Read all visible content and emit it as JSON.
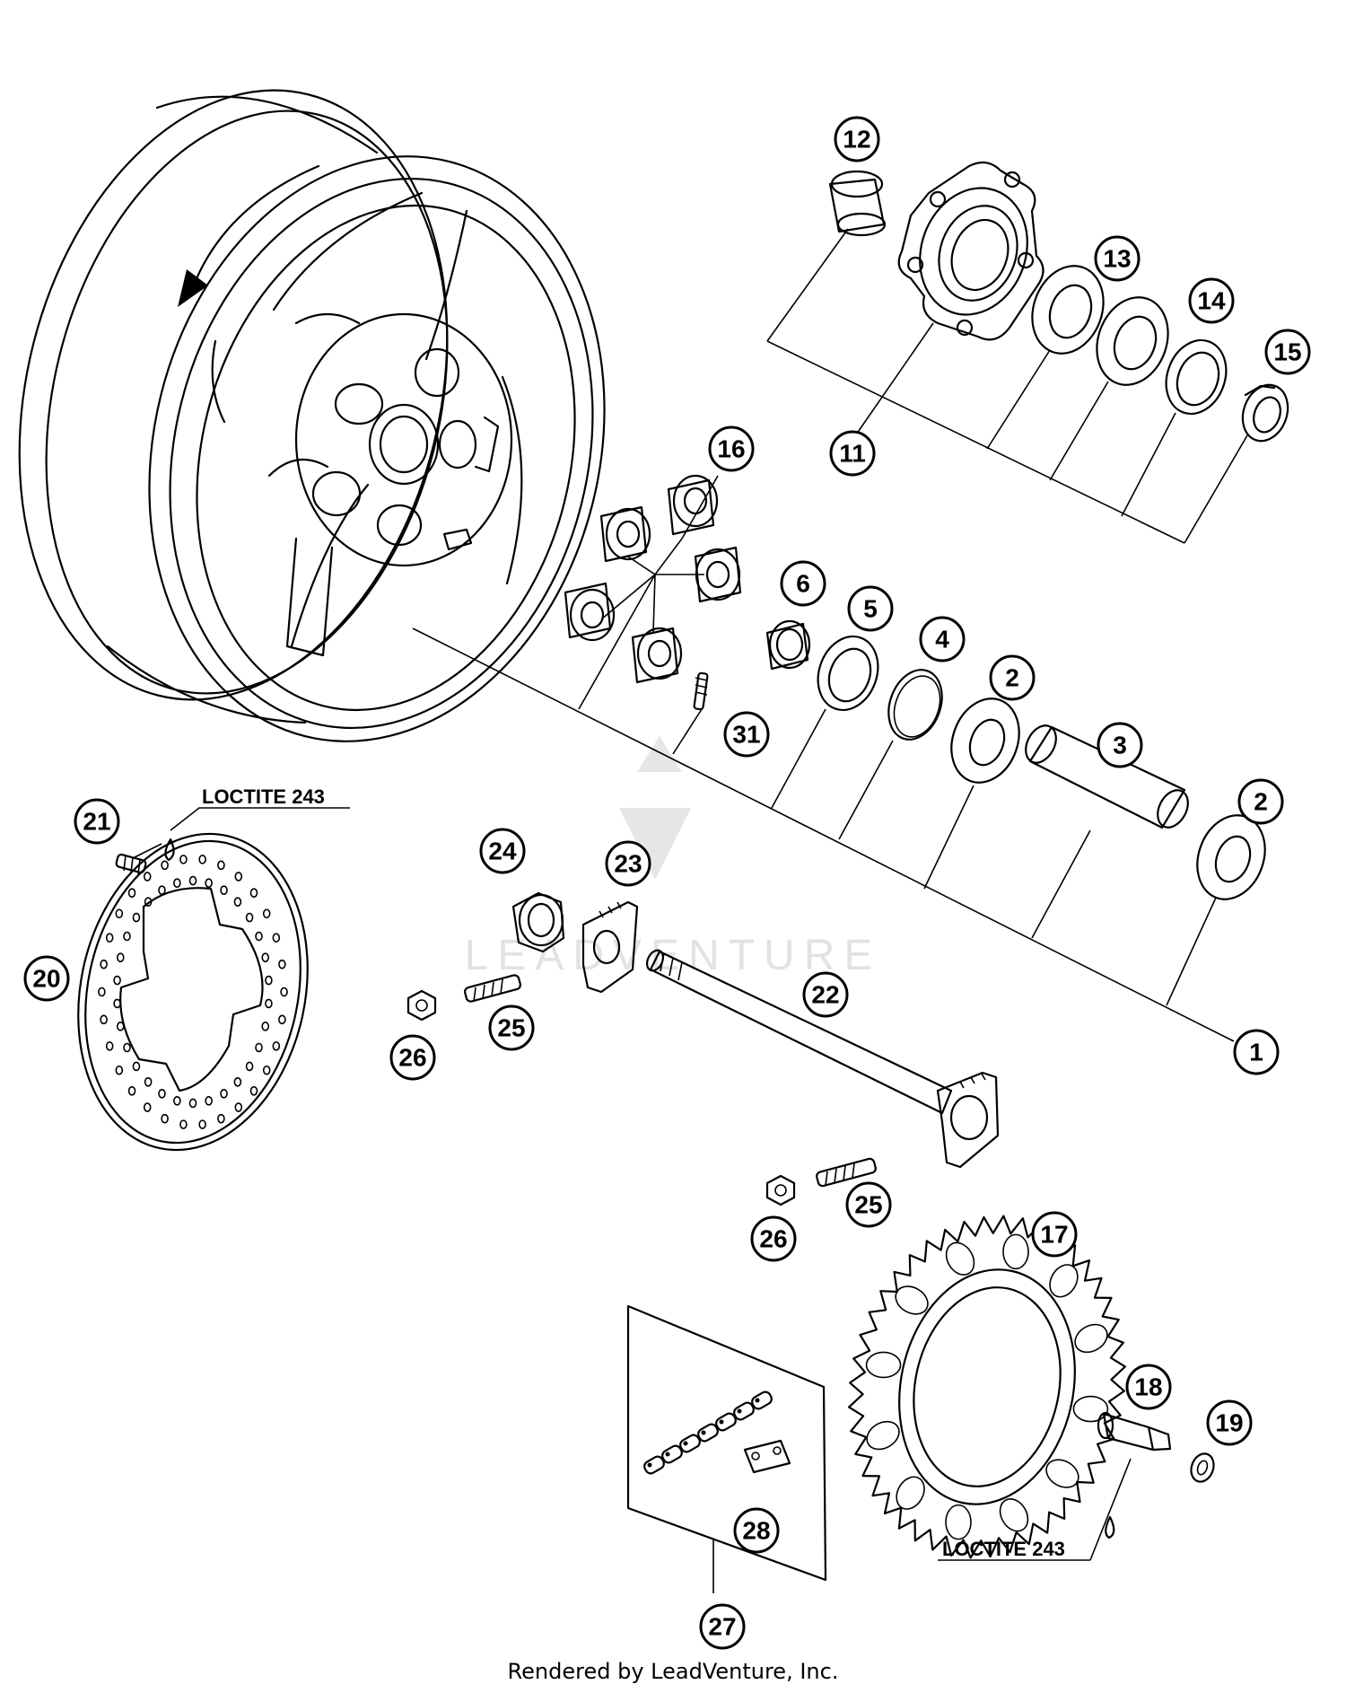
{
  "parts": [
    {
      "id": "callout-1",
      "label": "1"
    },
    {
      "id": "callout-2a",
      "label": "2"
    },
    {
      "id": "callout-2b",
      "label": "2"
    },
    {
      "id": "callout-3",
      "label": "3"
    },
    {
      "id": "callout-4",
      "label": "4"
    },
    {
      "id": "callout-5",
      "label": "5"
    },
    {
      "id": "callout-6",
      "label": "6"
    },
    {
      "id": "callout-11",
      "label": "11"
    },
    {
      "id": "callout-12",
      "label": "12"
    },
    {
      "id": "callout-13",
      "label": "13"
    },
    {
      "id": "callout-14",
      "label": "14"
    },
    {
      "id": "callout-15",
      "label": "15"
    },
    {
      "id": "callout-16",
      "label": "16"
    },
    {
      "id": "callout-17",
      "label": "17"
    },
    {
      "id": "callout-18",
      "label": "18"
    },
    {
      "id": "callout-19",
      "label": "19"
    },
    {
      "id": "callout-20",
      "label": "20"
    },
    {
      "id": "callout-21",
      "label": "21"
    },
    {
      "id": "callout-22",
      "label": "22"
    },
    {
      "id": "callout-23",
      "label": "23"
    },
    {
      "id": "callout-24",
      "label": "24"
    },
    {
      "id": "callout-25a",
      "label": "25"
    },
    {
      "id": "callout-25b",
      "label": "25"
    },
    {
      "id": "callout-26a",
      "label": "26"
    },
    {
      "id": "callout-26b",
      "label": "26"
    },
    {
      "id": "callout-27",
      "label": "27"
    },
    {
      "id": "callout-28",
      "label": "28"
    },
    {
      "id": "callout-31",
      "label": "31"
    }
  ],
  "notes": {
    "loctite_top": "LOCTITE 243",
    "loctite_bottom": "LOCTITE 243"
  },
  "watermark": "LEADVENTURE",
  "footer": "Rendered by LeadVenture, Inc."
}
